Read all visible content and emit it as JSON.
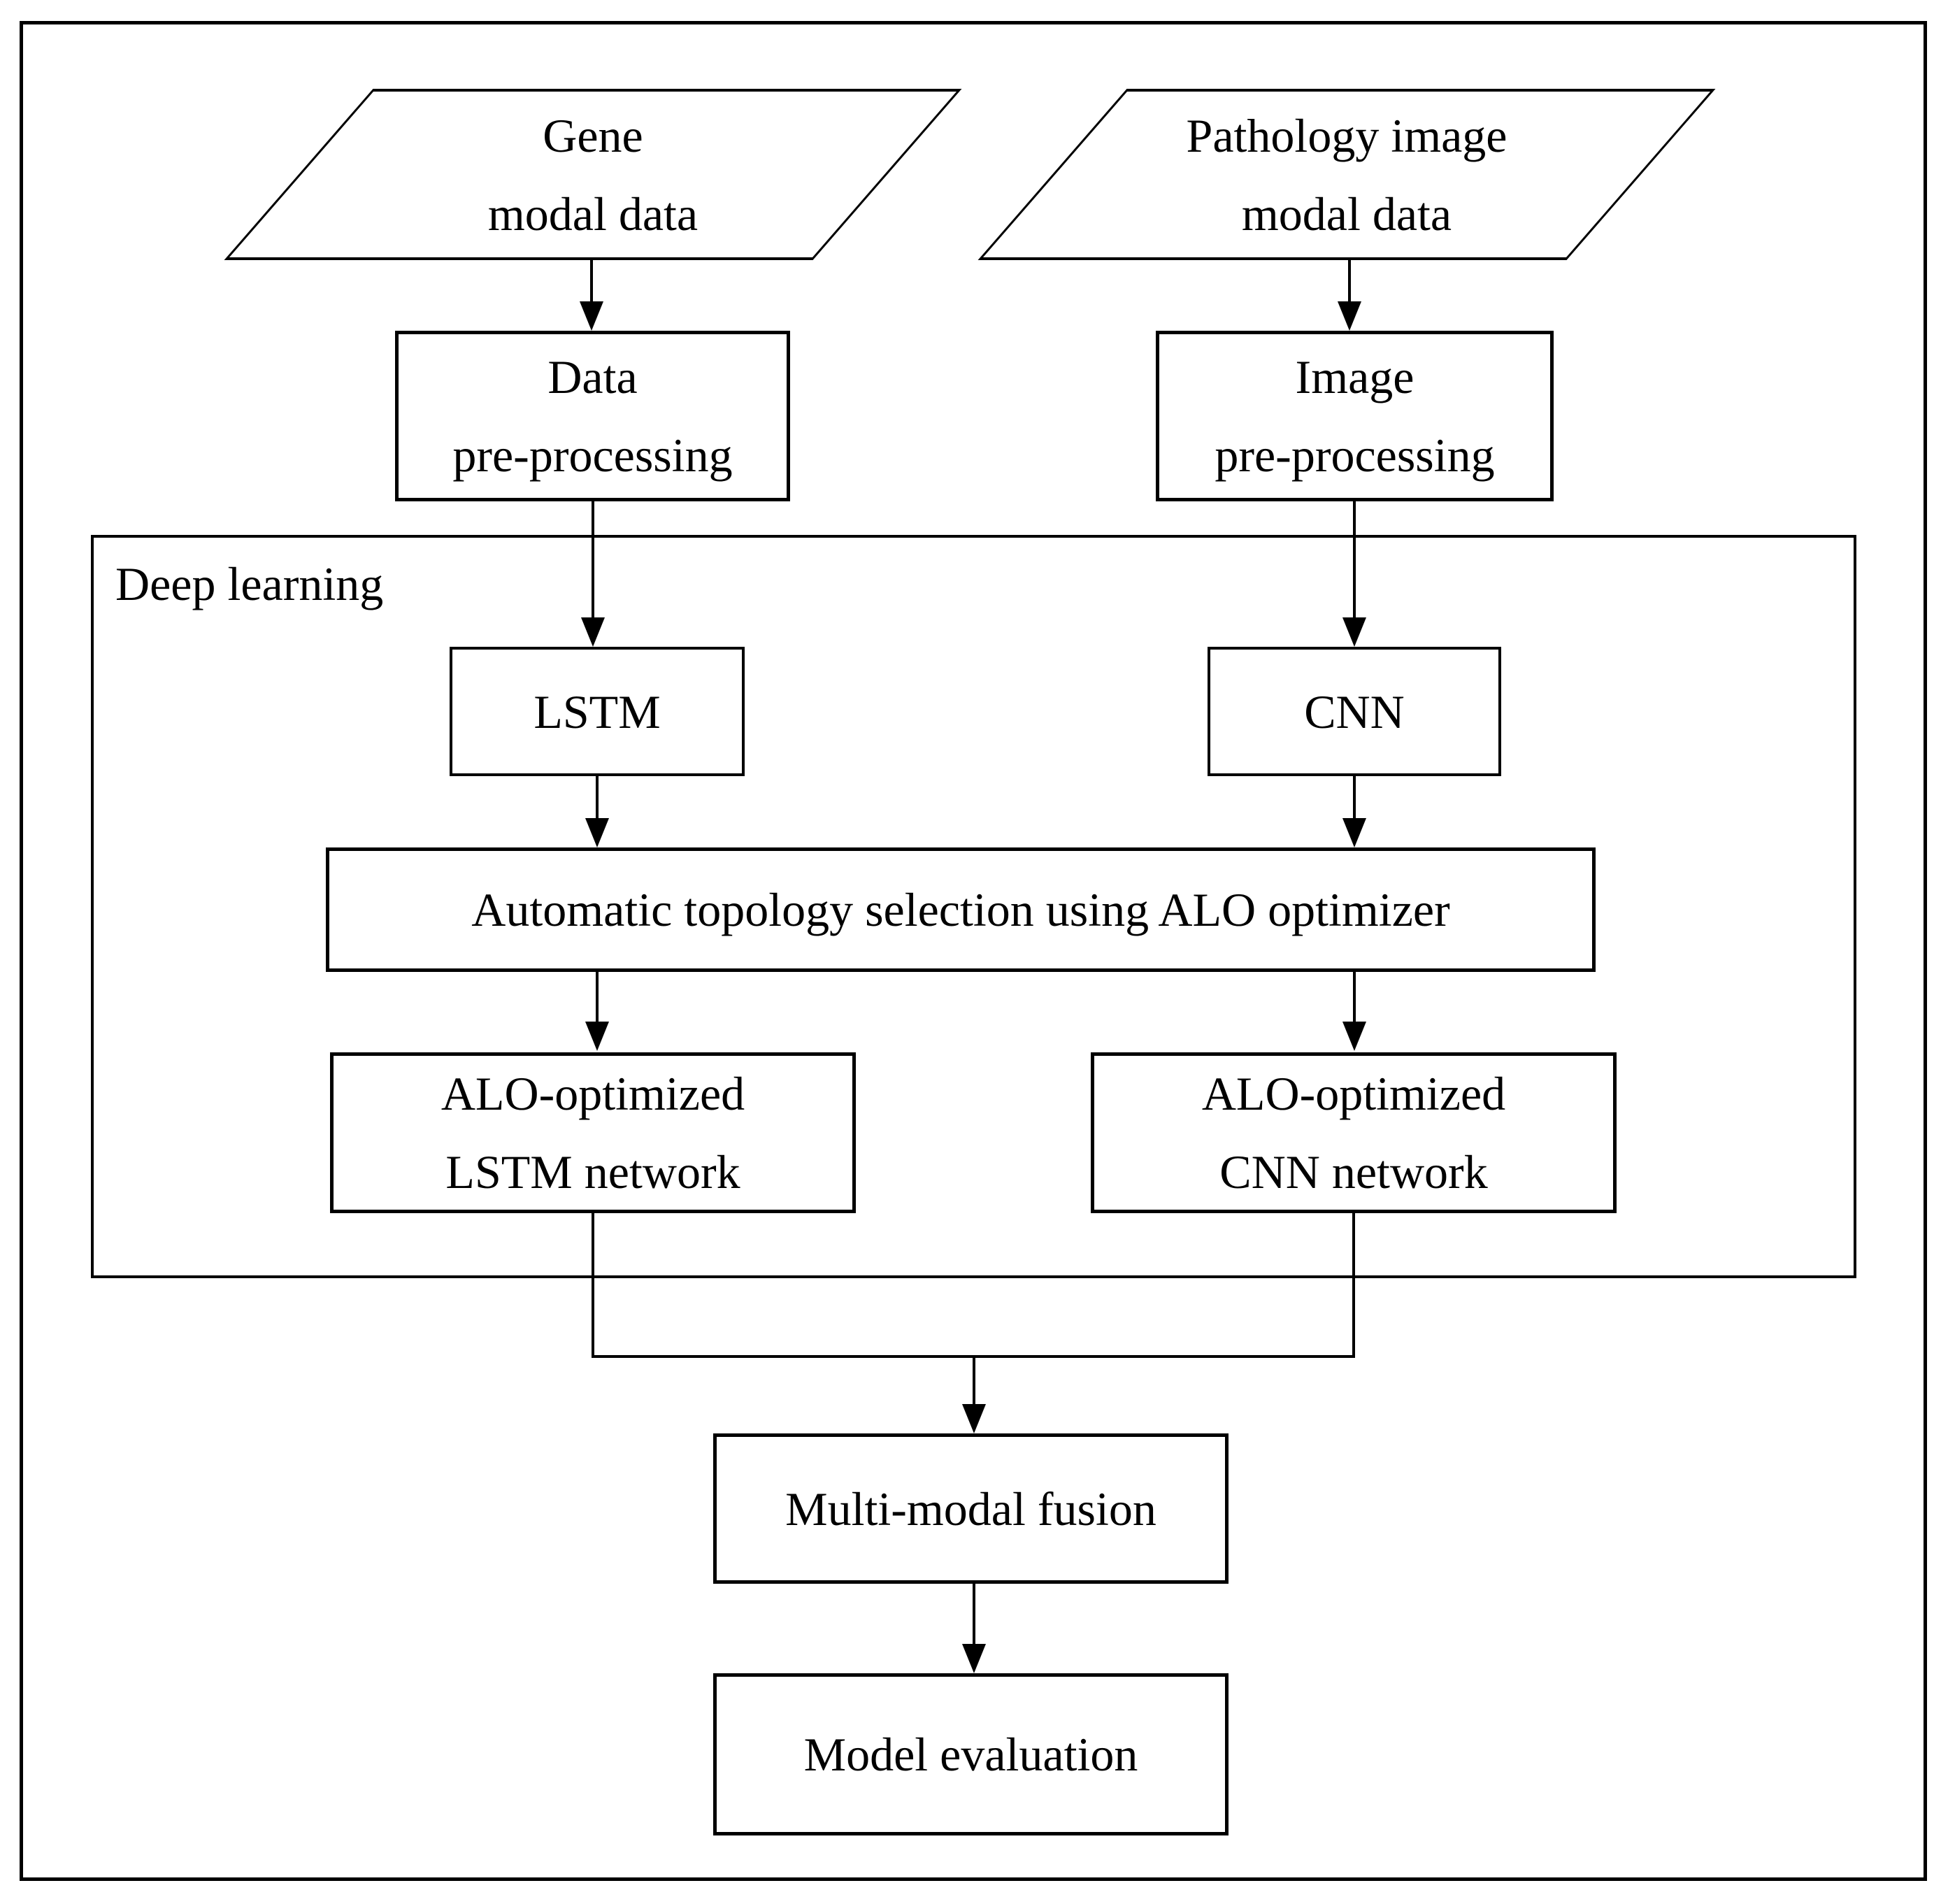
{
  "diagram": {
    "title_semantic": "Multi-modal deep learning pipeline flowchart",
    "colors": {
      "background": "#ffffff",
      "line": "#000000",
      "text": "#000000"
    },
    "inputs": {
      "gene": {
        "line1": "Gene",
        "line2": "modal data"
      },
      "pathology": {
        "line1": "Pathology image",
        "line2": "modal data"
      }
    },
    "preprocessing": {
      "data": {
        "line1": "Data",
        "line2": "pre-processing"
      },
      "image": {
        "line1": "Image",
        "line2": "pre-processing"
      }
    },
    "deep_learning": {
      "container_label": "Deep learning",
      "lstm_label": "LSTM",
      "cnn_label": "CNN",
      "topology_label": "Automatic topology selection using ALO optimizer",
      "alo_lstm": {
        "line1": "ALO-optimized",
        "line2": "LSTM network"
      },
      "alo_cnn": {
        "line1": "ALO-optimized",
        "line2": "CNN network"
      }
    },
    "fusion_label": "Multi-modal fusion",
    "evaluation_label": "Model evaluation"
  }
}
